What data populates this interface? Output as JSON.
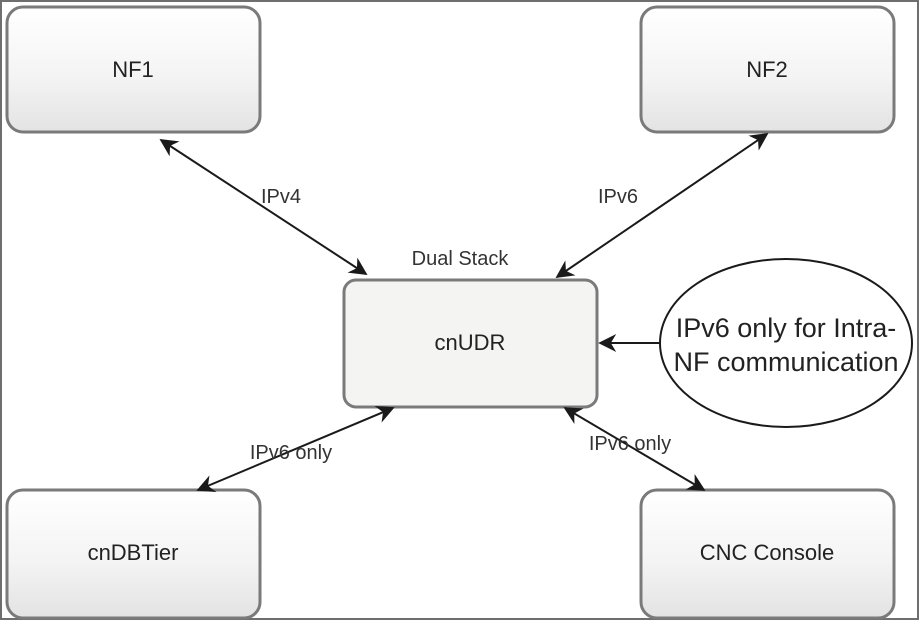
{
  "diagram": {
    "nodes": {
      "nf1": "NF1",
      "nf2": "NF2",
      "cnudr": "cnUDR",
      "cndbtier": "cnDBTier",
      "cnc_console": "CNC Console"
    },
    "cnudr_caption": "Dual Stack",
    "edges": {
      "nf1_cnudr": "IPv4",
      "nf2_cnudr": "IPv6",
      "cnudr_cndbtier": "IPv6 only",
      "cnudr_cnc": "IPv6 only"
    },
    "note": {
      "line1": "IPv6 only for Intra-",
      "line2": "NF communication"
    }
  },
  "colors": {
    "box_fill_top": "#ffffff",
    "box_fill_bottom": "#e6e6e6",
    "box_border": "#7a7a7a",
    "center_fill": "#f4f5f2",
    "arrow": "#1a1a1a"
  }
}
